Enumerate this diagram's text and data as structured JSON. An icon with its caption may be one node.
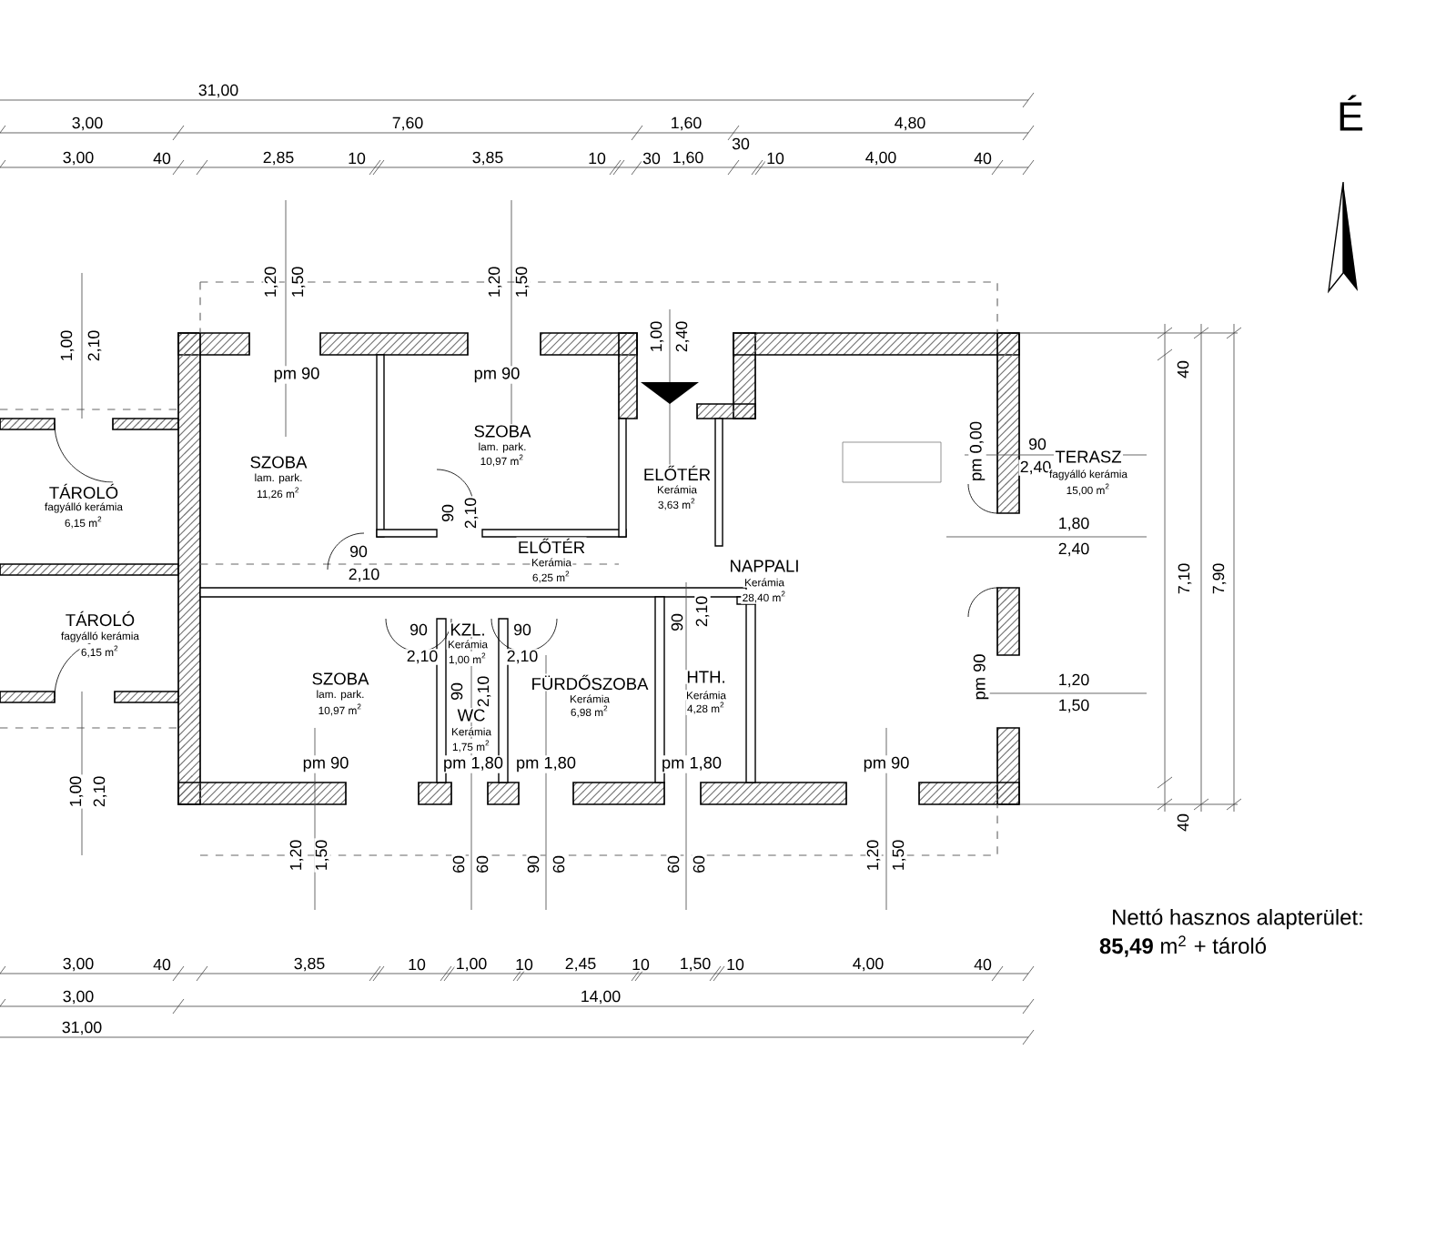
{
  "diagram": {
    "labels": [
      "31,00",
      "3,00",
      "7,60",
      "1,60",
      "4,80",
      "30",
      "3,00",
      "40",
      "2,85",
      "10",
      "3,85",
      "10",
      "30",
      "1,60",
      "10",
      "4,00",
      "40",
      "É",
      "1,00",
      "2,10",
      "1,20",
      "1,50",
      "1,20",
      "1,50",
      "1,00",
      "2,40",
      "pm 90",
      "pm 90",
      "SZOBA",
      "lam. park.",
      "11,26 m$^{2}$",
      "SZOBA",
      "lam. park.",
      "10,97 m$^{2}$",
      "TÁROLÓ",
      "fagyálló kerámia",
      "6,15 m$^{2}$",
      "90",
      "2,10",
      "ELŐTÉR",
      "Kerámia",
      "3,63 m$^{2}$",
      "pm 0,00",
      "90",
      "TERASZ",
      "2,40",
      "fagyálló kerámia",
      "15,00 m$^{2}$",
      "40",
      "90",
      "2,10",
      "ELŐTÉR",
      "Kerámia",
      "6,25 m$^{2}$",
      "1,80",
      "2,40",
      "NAPPALI",
      "Kerámia",
      "28,40 m$^{2}$",
      "7,10",
      "7,90",
      "TÁROLÓ",
      "fagyálló kerámia",
      "6,15 m$^{2}$",
      "90",
      "KZL.",
      "90",
      "Kerámia",
      "2,10",
      "1,00 m$^{2}$",
      "2,10",
      "90",
      "2,10",
      "SZOBA",
      "lam. park.",
      "10,97 m$^{2}$",
      "90",
      "2,10",
      "FÜRDŐSZOBA",
      "Kerámia",
      "6,98 m$^{2}$",
      "HTH.",
      "Kerámia",
      "4,28 m$^{2}$",
      "WC",
      "Kerámia",
      "1,75 m$^{2}$",
      "pm 90",
      "1,20",
      "1,50",
      "1,00",
      "2,10",
      "pm 90",
      "pm 1,80",
      "pm 1,80",
      "pm 1,80",
      "pm 90",
      "40",
      "1,20",
      "1,50",
      "60",
      "60",
      "90",
      "60",
      "60",
      "60",
      "1,20",
      "1,50",
      "Nettó hasznos alapterület:",
      "**85,49** m$^{2}$ + tároló",
      "3,00",
      "40",
      "3,85",
      "10",
      "1,00",
      "10",
      "2,45",
      "10",
      "1,50",
      "10",
      "4,00",
      "40",
      "3,00",
      "14,00",
      "31,00"
    ]
  }
}
